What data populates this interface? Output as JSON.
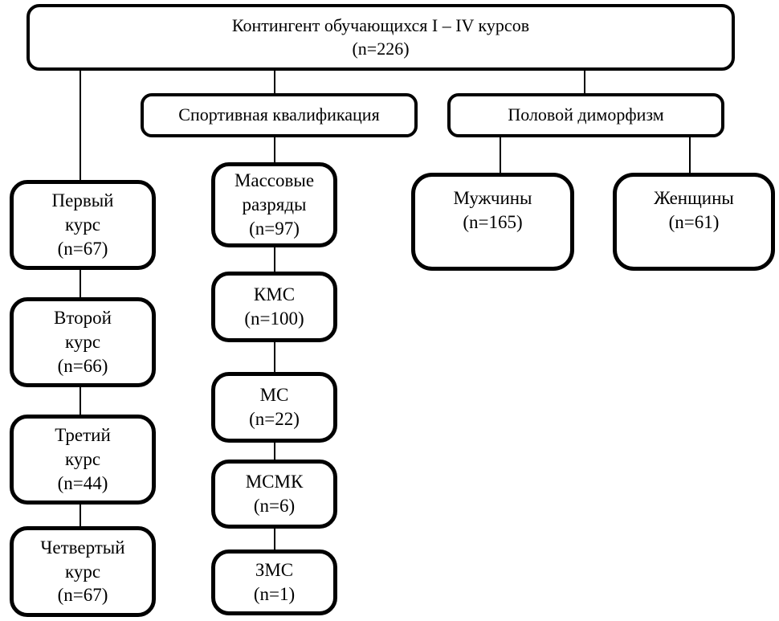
{
  "diagram": {
    "description": "Flowchart of the study contingent of students of courses I–IV",
    "colors": {
      "background": "#ffffff",
      "box_fill": "#ffffff",
      "box_border": "#000000",
      "connector": "#000000",
      "text": "#000000"
    },
    "nodes": {
      "root": {
        "label": "Контингент обучающихся I – IV курсов\n(n=226)",
        "n": 226
      },
      "sport_qualification": {
        "label": "Спортивная квалификация"
      },
      "sex_dimorphism": {
        "label": "Половой диморфизм"
      },
      "course_1": {
        "label": "Первый\nкурс\n(n=67)",
        "n": 67
      },
      "course_2": {
        "label": "Второй\nкурс\n(n=66)",
        "n": 66
      },
      "course_3": {
        "label": "Третий\nкурс\n(n=44)",
        "n": 44
      },
      "course_4": {
        "label": "Четвертый\nкурс\n(n=67)",
        "n": 67
      },
      "mass_ranks": {
        "label": "Массовые\nразряды\n(n=97)",
        "n": 97
      },
      "kms": {
        "label": "КМС\n(n=100)",
        "n": 100
      },
      "ms": {
        "label": "МС\n(n=22)",
        "n": 22
      },
      "msmk": {
        "label": "МСМК\n(n=6)",
        "n": 6
      },
      "zms": {
        "label": "ЗМС\n(n=1)",
        "n": 1
      },
      "men": {
        "label": "Мужчины\n(n=165)",
        "n": 165
      },
      "women": {
        "label": "Женщины\n(n=61)",
        "n": 61
      }
    },
    "edges": [
      {
        "from": "root",
        "to": "course_1"
      },
      {
        "from": "root",
        "to": "sport_qualification"
      },
      {
        "from": "root",
        "to": "sex_dimorphism"
      },
      {
        "from": "course_1",
        "to": "course_2"
      },
      {
        "from": "course_2",
        "to": "course_3"
      },
      {
        "from": "course_3",
        "to": "course_4"
      },
      {
        "from": "sport_qualification",
        "to": "mass_ranks"
      },
      {
        "from": "mass_ranks",
        "to": "kms"
      },
      {
        "from": "kms",
        "to": "ms"
      },
      {
        "from": "ms",
        "to": "msmk"
      },
      {
        "from": "msmk",
        "to": "zms"
      },
      {
        "from": "sex_dimorphism",
        "to": "men"
      },
      {
        "from": "sex_dimorphism",
        "to": "women"
      }
    ]
  }
}
